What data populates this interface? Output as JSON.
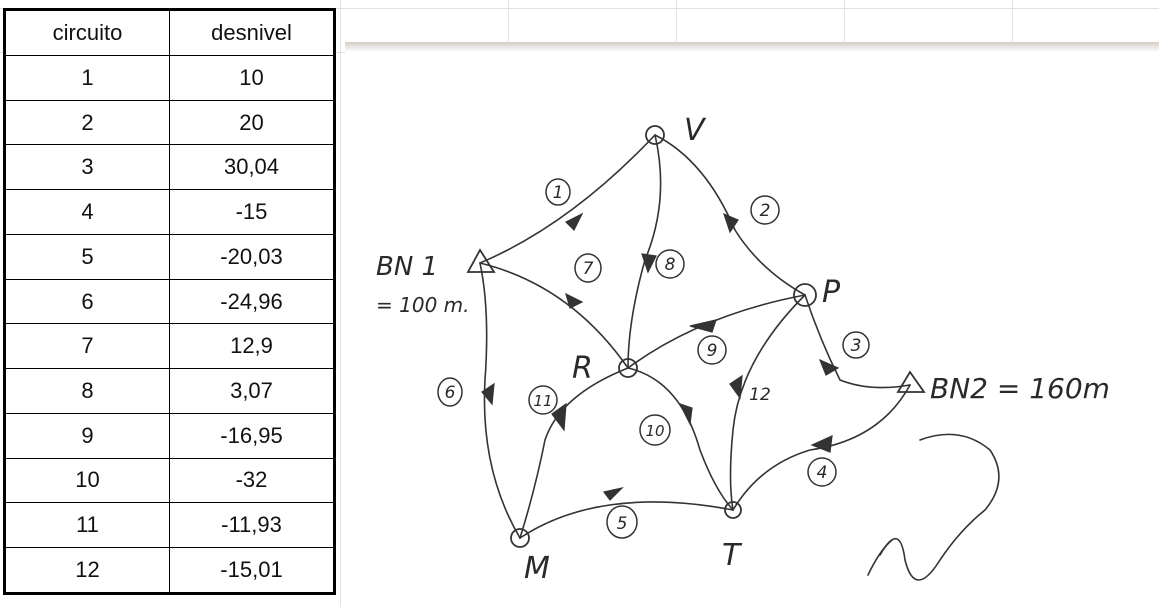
{
  "table": {
    "headers": [
      "circuito",
      "desnivel"
    ],
    "rows": [
      [
        "1",
        "10"
      ],
      [
        "2",
        "20"
      ],
      [
        "3",
        "30,04"
      ],
      [
        "4",
        "-15"
      ],
      [
        "5",
        "-20,03"
      ],
      [
        "6",
        "-24,96"
      ],
      [
        "7",
        "12,9"
      ],
      [
        "8",
        "3,07"
      ],
      [
        "9",
        "-16,95"
      ],
      [
        "10",
        "-32"
      ],
      [
        "11",
        "-11,93"
      ],
      [
        "12",
        "-15,01"
      ]
    ]
  },
  "sketch": {
    "nodes": {
      "v": "V",
      "p": "P",
      "r": "R",
      "t": "T",
      "m": "M",
      "bn1_name": "BN 1",
      "bn1_value": "= 100 m.",
      "bn2": "BN2 = 160m"
    },
    "edge_labels": {
      "e1": "1",
      "e2": "2",
      "e3": "3",
      "e4": "4",
      "e5": "5",
      "e6": "6",
      "e7": "7",
      "e8": "8",
      "e9": "9",
      "e10": "10",
      "e11": "11",
      "e12": "12"
    }
  }
}
